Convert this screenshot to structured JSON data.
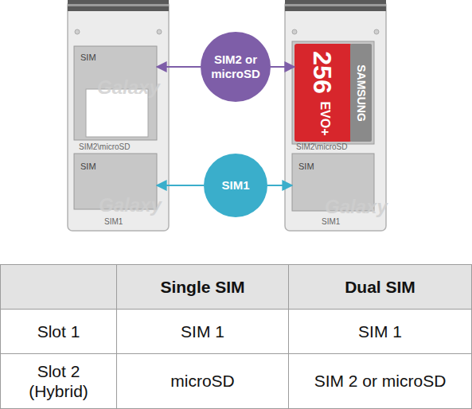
{
  "diagram": {
    "nodes": [
      {
        "text": [
          "SIM2\\microSD",
          "SIM1"
        ]
      },
      {
        "text": [
          "SIM"
        ],
        "in": 0
      },
      {
        "text": [
          "SIM"
        ],
        "in": 0
      },
      {
        "text": [
          "SIM2 or microSD"
        ]
      },
      {
        "text": [
          "SIM1"
        ]
      },
      {
        "text": [
          "SIM2\\microSD",
          "SIM1"
        ]
      },
      {
        "text": [
          "256",
          "EVO+",
          "SAMSUNG"
        ],
        "in": 5
      },
      {
        "text": [
          "SIM"
        ],
        "in": 5
      }
    ],
    "edges": [
      {
        "from": 3,
        "to": 1,
        "arrow": "to"
      },
      {
        "from": 3,
        "to": 6,
        "arrow": "to"
      },
      {
        "from": 4,
        "to": 2,
        "arrow": "to"
      },
      {
        "from": 4,
        "to": 7,
        "arrow": "to"
      }
    ],
    "labels": [
      "Galaxy",
      "Galaxy",
      "Galaxy",
      "Single SIM",
      "Dual SIM",
      "Slot 1",
      "SIM 1",
      "SIM 1",
      "Slot 2 (Hybrid)",
      "microSD",
      "SIM 2 or microSD"
    ]
  }
}
